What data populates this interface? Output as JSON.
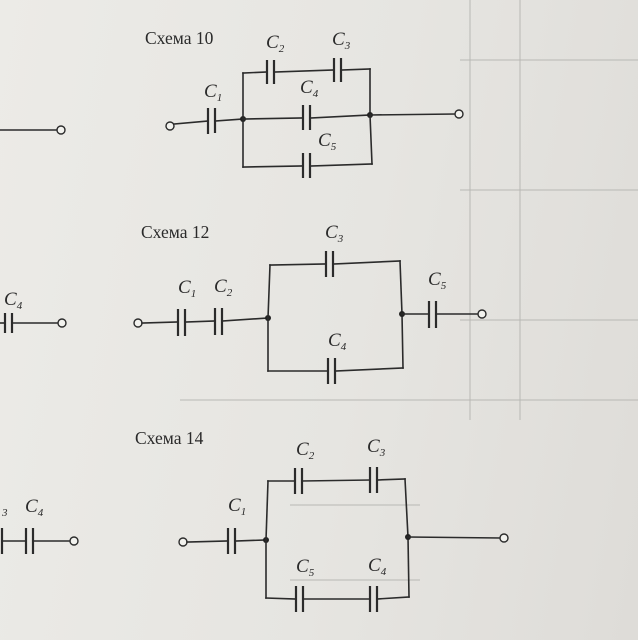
{
  "scheme10": {
    "title": "Схема 10",
    "labels": {
      "c1": "C",
      "c1_sub": "1",
      "c2": "C",
      "c2_sub": "2",
      "c3": "C",
      "c3_sub": "3",
      "c4": "C",
      "c4_sub": "4",
      "c5": "C",
      "c5_sub": "5"
    }
  },
  "scheme12": {
    "title": "Схема 12",
    "labels": {
      "c1": "C",
      "c1_sub": "1",
      "c2": "C",
      "c2_sub": "2",
      "c3": "C",
      "c3_sub": "3",
      "c4": "C",
      "c4_sub": "4",
      "c5": "C",
      "c5_sub": "5"
    }
  },
  "scheme14": {
    "title": "Схема 14",
    "labels": {
      "c1": "C",
      "c1_sub": "1",
      "c2": "C",
      "c2_sub": "2",
      "c3": "C",
      "c3_sub": "3",
      "c4": "C",
      "c4_sub": "4",
      "c5": "C",
      "c5_sub": "5"
    }
  },
  "left_partial": {
    "mid_label": "C",
    "mid_sub": "4",
    "bottom_label_a_sub": "3",
    "bottom_label_b": "C",
    "bottom_label_b_sub": "4"
  }
}
